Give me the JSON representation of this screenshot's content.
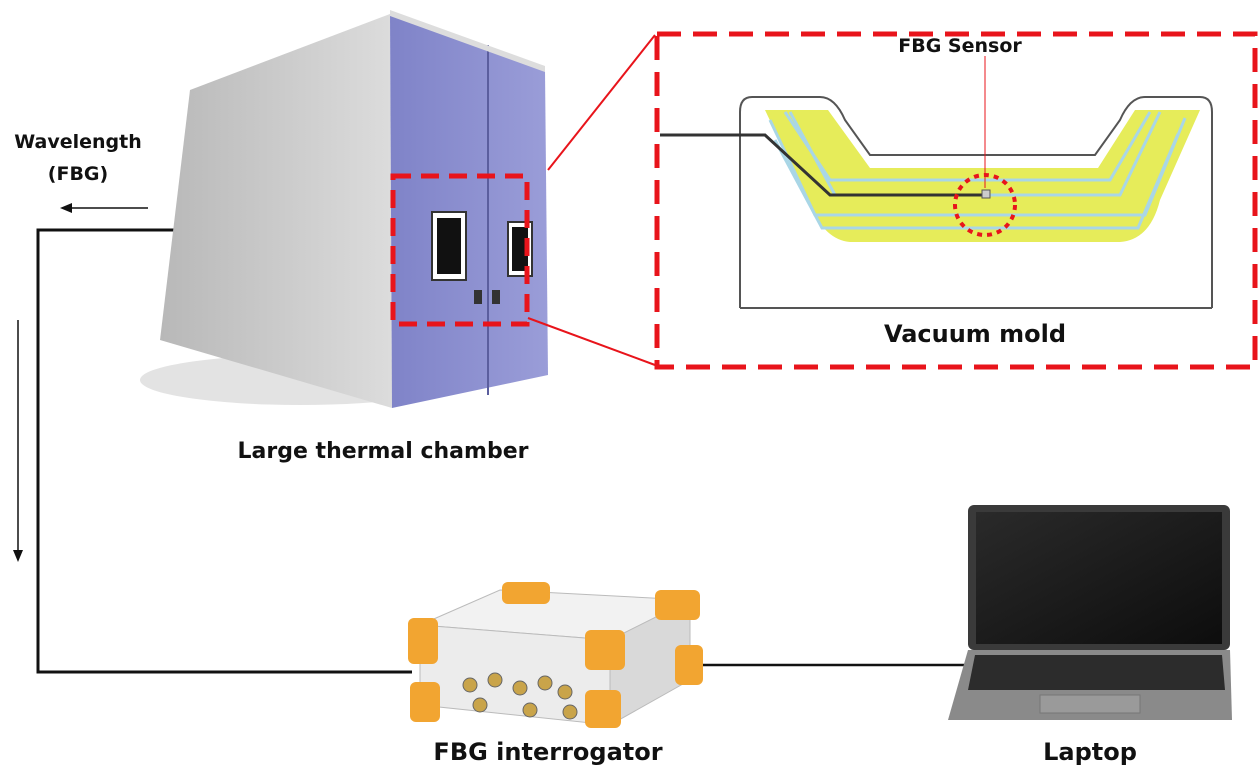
{
  "labels": {
    "wavelength_line1": "Wavelength",
    "wavelength_line2": "(FBG)",
    "chamber": "Large thermal chamber",
    "fbg_sensor": "FBG Sensor",
    "vacuum_mold": "Vacuum mold",
    "interrogator": "FBG interrogator",
    "laptop": "Laptop"
  },
  "colors": {
    "highlight_dashes": "#e8141b",
    "chamber_door": "#8c8fd0",
    "chamber_body": "#c9c9c9",
    "laminate_yellow": "#e6ec5a",
    "laminate_blue": "#a9d6e6",
    "interrogator_bumpers": "#f2a531"
  }
}
